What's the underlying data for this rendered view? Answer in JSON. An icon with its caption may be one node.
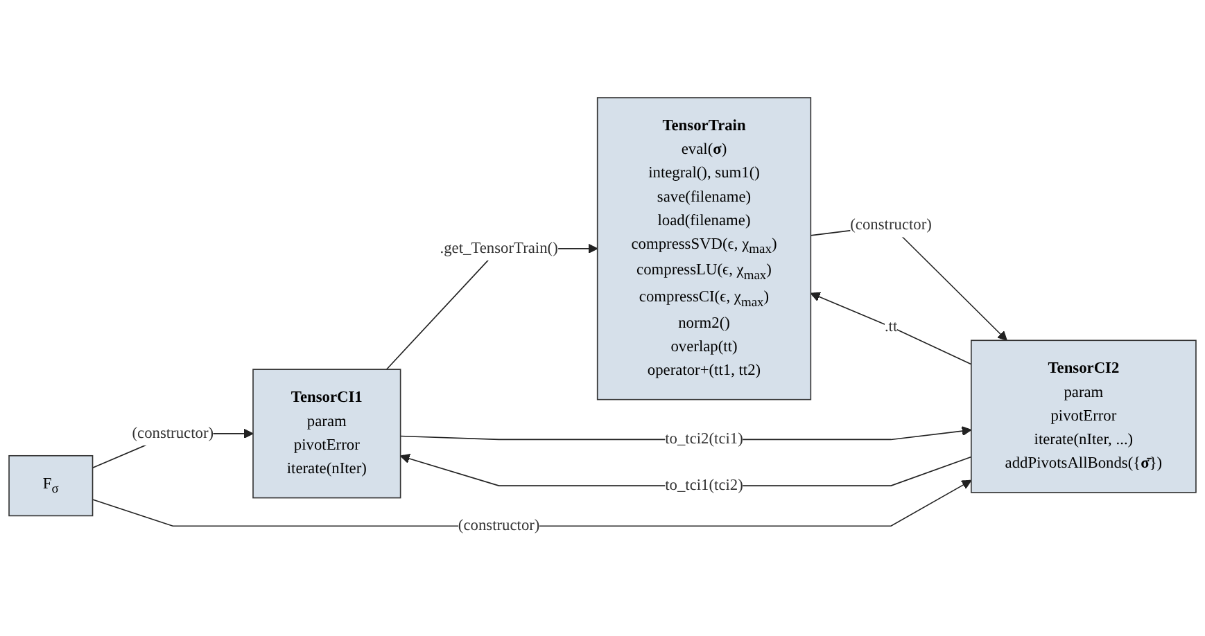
{
  "diagram": {
    "nodes": [
      {
        "text": [
          "TensorCI1",
          "param",
          "pivotError",
          "iterate(nIter)"
        ]
      },
      {
        "text": [
          "TensorTrain",
          "eval(**σ**)",
          "integral(), sum1()",
          "save(filename)",
          "load(filename)",
          "compressSVD(ϵ, χ$_{max}$)",
          "compressLU(ϵ, χ$_{max}$)",
          "compressCI(ϵ, χ$_{max}$)",
          "norm2()",
          "overlap(tt)",
          "operator+(tt1, tt2)"
        ]
      },
      {
        "text": [
          "F$_{σ}$"
        ]
      },
      {
        "text": [
          "TensorCI2",
          "param",
          "pivotError",
          "iterate(nIter, ...)",
          "addPivotsAllBonds({**σ̄**})"
        ]
      }
    ],
    "edges": [
      {
        "from": 2,
        "to": 0,
        "arrow": "to",
        "label": "(constructor)"
      },
      {
        "from": 0,
        "to": 1,
        "arrow": "to",
        "label": ".get_TensorTrain()"
      },
      {
        "from": 3,
        "to": 0,
        "arrow": "to",
        "label": "to_tci1(tci2)"
      },
      {
        "from": 0,
        "to": 3,
        "arrow": "to",
        "label": "to_tci2(tci1)"
      },
      {
        "from": 2,
        "to": 3,
        "arrow": "to",
        "label": "(constructor)"
      },
      {
        "from": 1,
        "to": 3,
        "arrow": "to",
        "label": "(constructor)"
      },
      {
        "from": 3,
        "to": 1,
        "arrow": "to",
        "label": ".tt"
      }
    ]
  }
}
